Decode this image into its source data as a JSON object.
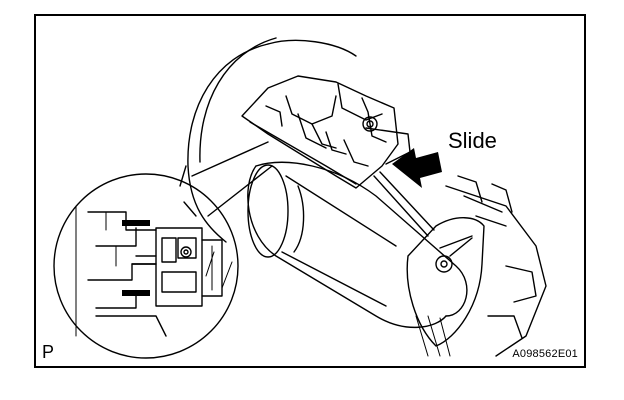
{
  "labels": {
    "action": "Slide",
    "view_marker": "P",
    "figure_code": "A098562E01"
  },
  "icons": {
    "arrow": "slide-direction-arrow-icon"
  },
  "colors": {
    "ink": "#000000",
    "paper": "#ffffff"
  }
}
